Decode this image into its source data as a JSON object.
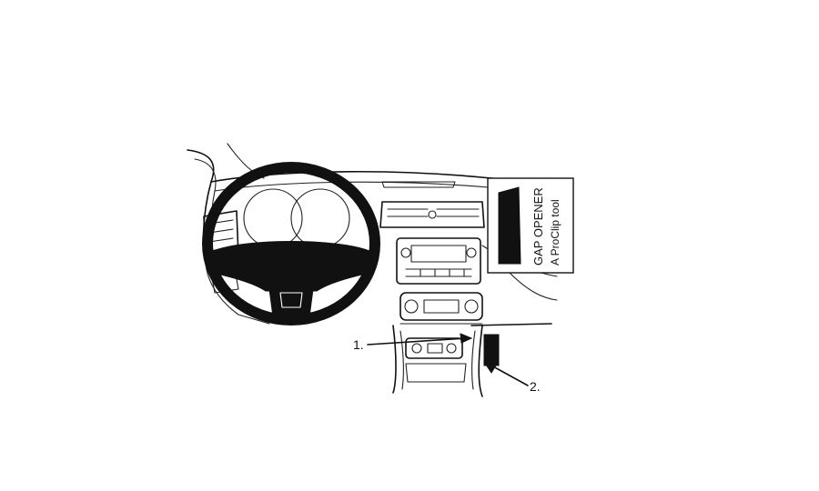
{
  "diagram": {
    "callouts": [
      {
        "id": "1",
        "label": "1."
      },
      {
        "id": "2",
        "label": "2."
      }
    ],
    "tool_inset": {
      "title": "GAP OPENER",
      "subtitle": "A ProClip tool"
    },
    "colors": {
      "ink": "#111111",
      "background": "#ffffff"
    }
  }
}
